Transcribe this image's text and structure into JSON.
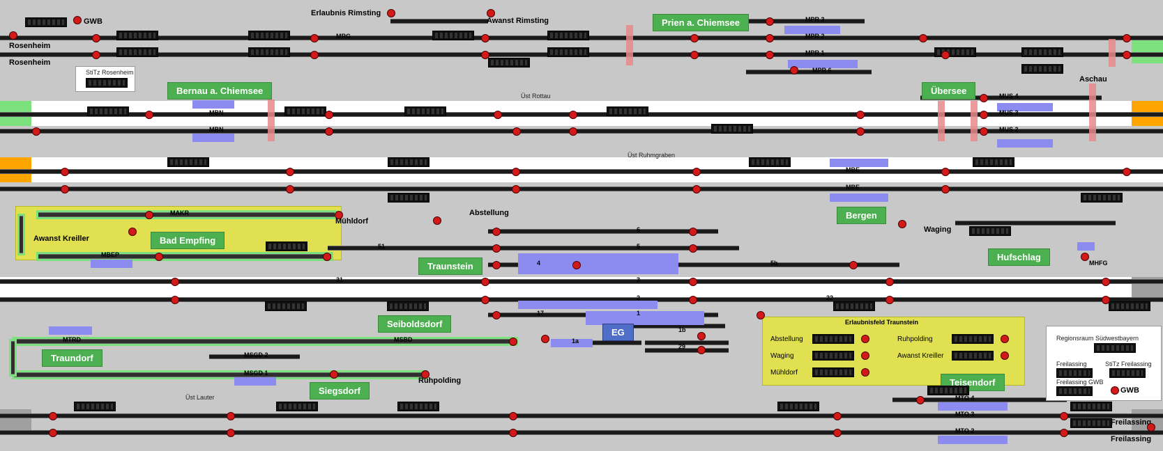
{
  "stations": [
    {
      "label": "Prien a. Chiemsee"
    },
    {
      "label": "Bernau a. Chiemsee"
    },
    {
      "label": "Übersee"
    },
    {
      "label": "Bad Empfing"
    },
    {
      "label": "Traunstein"
    },
    {
      "label": "Bergen"
    },
    {
      "label": "Hufschlag"
    },
    {
      "label": "Seiboldsdorf"
    },
    {
      "label": "Traundorf"
    },
    {
      "label": "Siegsdorf"
    },
    {
      "label": "Teisendorf"
    },
    {
      "label": "EG"
    }
  ],
  "places": {
    "rosenheim_1": "Rosenheim",
    "rosenheim_2": "Rosenheim",
    "gwb_top": "GWB",
    "erlaubnis_rimsting": "Erlaubnis Rimsting",
    "awanst_rimsting": "Awanst Rimsting",
    "aschau": "Aschau",
    "muehldorf": "Mühldorf",
    "awanst_kreiller": "Awanst Kreiller",
    "abstellung": "Abstellung",
    "waging": "Waging",
    "ruhpolding": "Ruhpolding",
    "freilassing_1": "Freilassing",
    "freilassing_2": "Freilassing",
    "stitz_rosenheim": "StiTz Rosenheim"
  },
  "track_labels": {
    "mrg": "MRG",
    "mpr3": "MPR 3",
    "mpr2": "MPR 2",
    "mpr1": "MPR 1",
    "mpr6": "MPR 6",
    "mbn1": "MBN",
    "mbn2": "MBN",
    "mus4": "MUS 4",
    "mus3": "MUS 3",
    "mus2": "MUS 2",
    "mbe1": "MBE",
    "mbe2": "MBE",
    "makr": "MAKR",
    "mbep": "MBEP",
    "mhfg": "MHFG",
    "mtrd": "MTRD",
    "msbd": "MSBD",
    "msgd2": "MSGD 2",
    "msgd1": "MSGD 1",
    "mto4": "MTO 4",
    "mto3": "MTO 3",
    "mto2": "MTO 2",
    "t51": "51",
    "t31": "31",
    "t6": "6",
    "t5": "5",
    "t4": "4",
    "t3": "3",
    "t2": "2",
    "t17": "17",
    "t1": "1",
    "t1a": "1a",
    "t1b": "1b",
    "t29": "29",
    "t5b": "5b",
    "t22": "22"
  },
  "small_labels": {
    "ust_rottau": "Üst Rottau",
    "ust_ruhmgraben": "Üst Ruhmgraben",
    "ust_lauter": "Üst Lauter"
  },
  "erlaubnisfeld": {
    "title": "Erlaubnisfeld Traunstein",
    "rows": [
      "Abstellung",
      "Waging",
      "Mühldorf"
    ],
    "rows_right": [
      "Ruhpolding",
      "Awanst Kreiller"
    ]
  },
  "legend": {
    "region": "Regionsraum Südwestbayern",
    "freilassing": "Freilassing",
    "stitz_freilassing": "StiTz Freilassing",
    "freilassing_gwb": "Freilassing GWB",
    "gwb": "GWB"
  },
  "colors": {
    "background": "#c8c8c8",
    "track": "#1a1a1a",
    "signal_red": "#d31a1a",
    "station_green": "#4caf50",
    "platform_blue": "#8c8cf0",
    "yellow_zone": "#e0e050",
    "endcap_green": "#7ce07c",
    "endcap_orange": "#ffa500",
    "endcap_gray": "#a0a0a0"
  }
}
